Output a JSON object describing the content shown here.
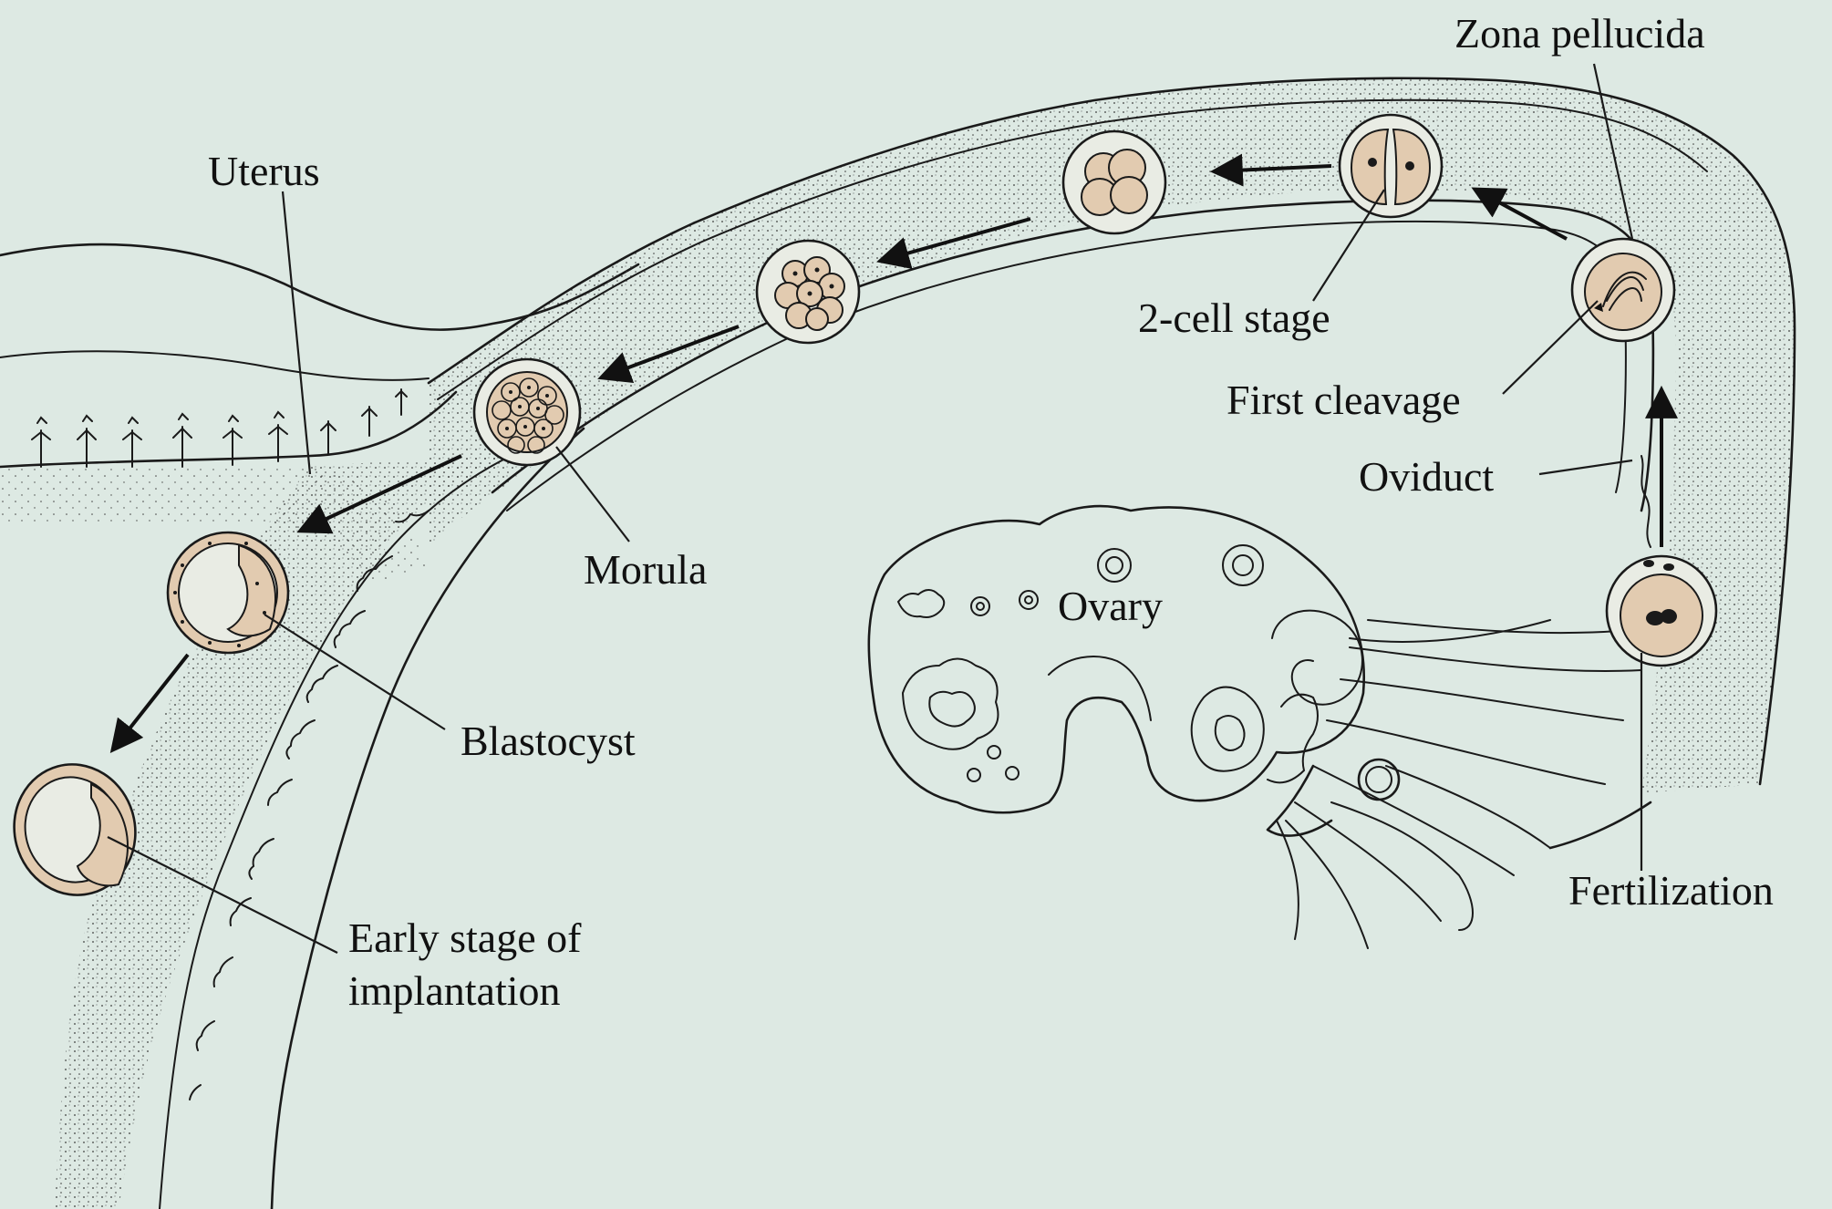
{
  "colors": {
    "background": "#dde9e3",
    "ink": "#1a1a1a",
    "cytoplasm": "#e2cbb0",
    "zona": "#e9ece4"
  },
  "labels": {
    "zona_pellucida": "Zona pellucida",
    "uterus": "Uterus",
    "two_cell_stage": "2-cell stage",
    "first_cleavage": "First cleavage",
    "oviduct": "Oviduct",
    "ovary": "Ovary",
    "morula": "Morula",
    "blastocyst": "Blastocyst",
    "early_stage_line1": "Early stage of",
    "early_stage_line2": "implantation",
    "fertilization": "Fertilization"
  }
}
